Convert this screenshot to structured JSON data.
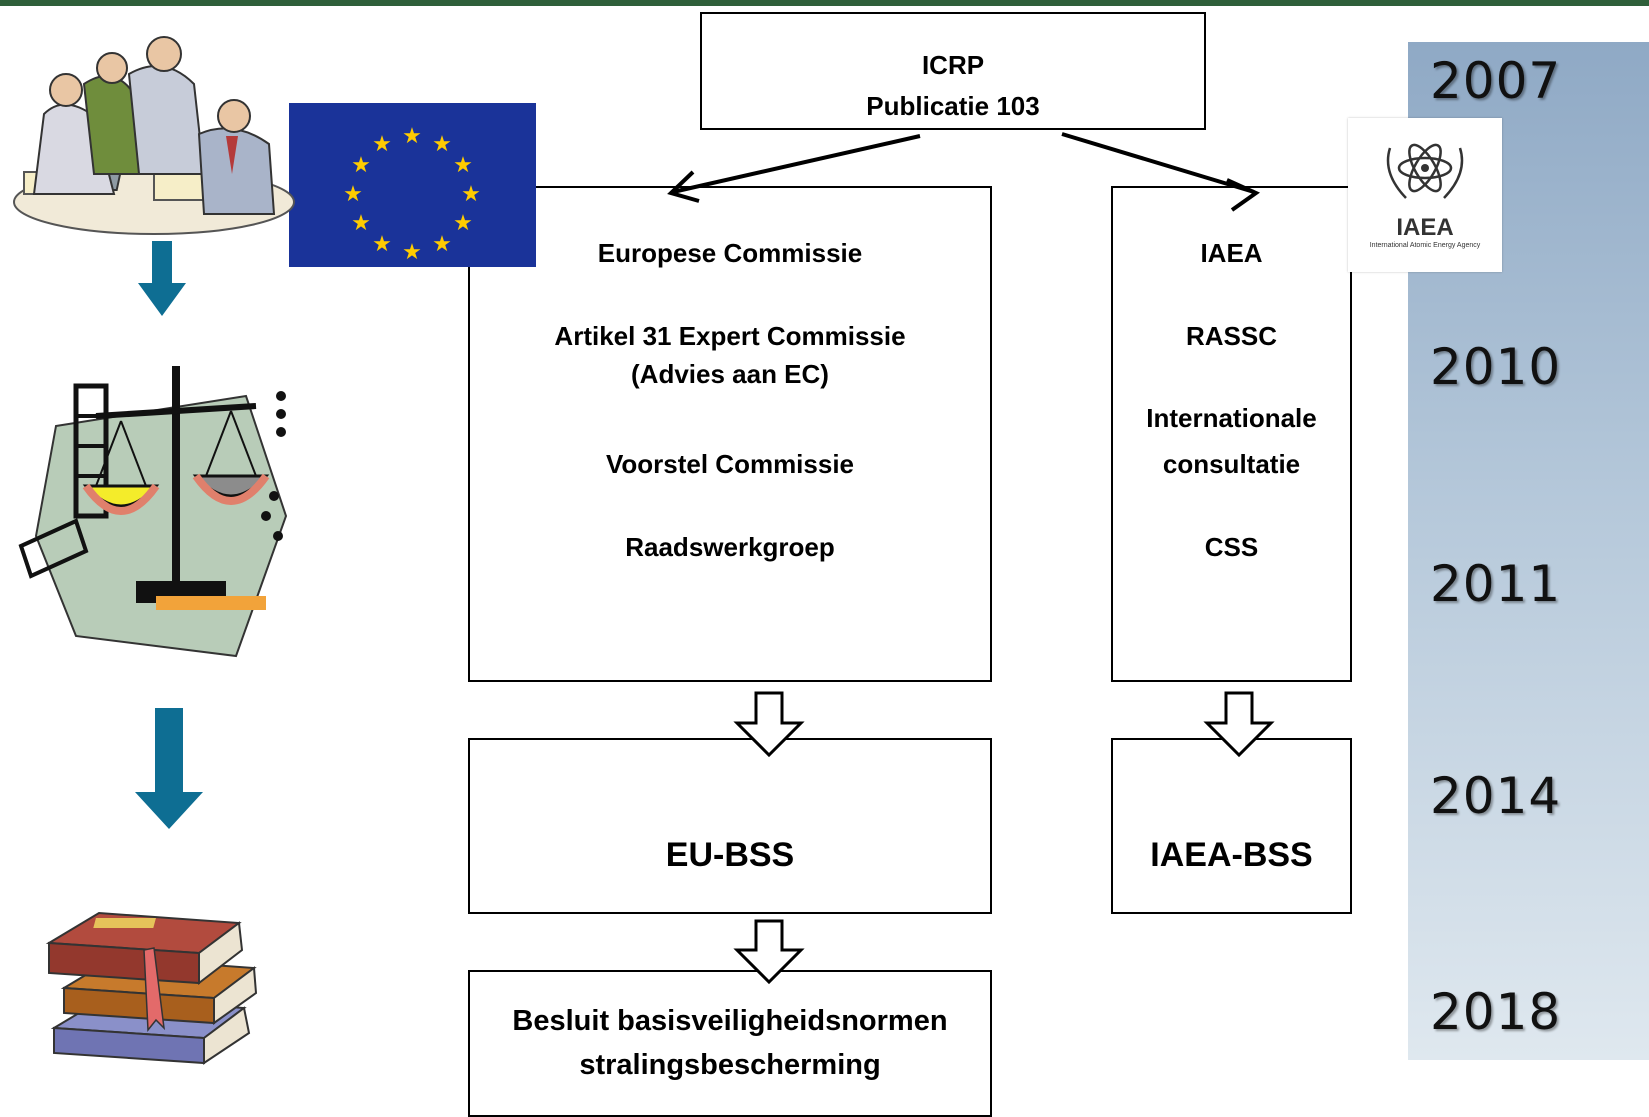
{
  "top_box": {
    "line1": "ICRP",
    "line2": "Publicatie 103"
  },
  "eu_box": {
    "items": [
      "Europese Commissie",
      "Artikel 31 Expert Commissie",
      "(Advies aan EC)",
      "Voorstel Commissie",
      "Raadswerkgroep"
    ]
  },
  "iaea_box": {
    "items": [
      "IAEA",
      "RASSC",
      "Internationale",
      "consultatie",
      "CSS"
    ]
  },
  "eu_bss": "EU-BSS",
  "iaea_bss": "IAEA-BSS",
  "besluit": {
    "line1": "Besluit basisveiligheidsnormen",
    "line2": "stralingsbescherming"
  },
  "years": [
    "2007",
    "2010",
    "2011",
    "2014",
    "2018"
  ],
  "iaea_logo": {
    "name": "IAEA",
    "subtitle": "International Atomic Energy Agency"
  },
  "colors": {
    "top_bar": "#2f5f3a",
    "eu_flag": "#1a3399",
    "eu_stars": "#ffcc00",
    "down_arrow": "#0e6e93",
    "timeline": "#8fa9c5"
  }
}
